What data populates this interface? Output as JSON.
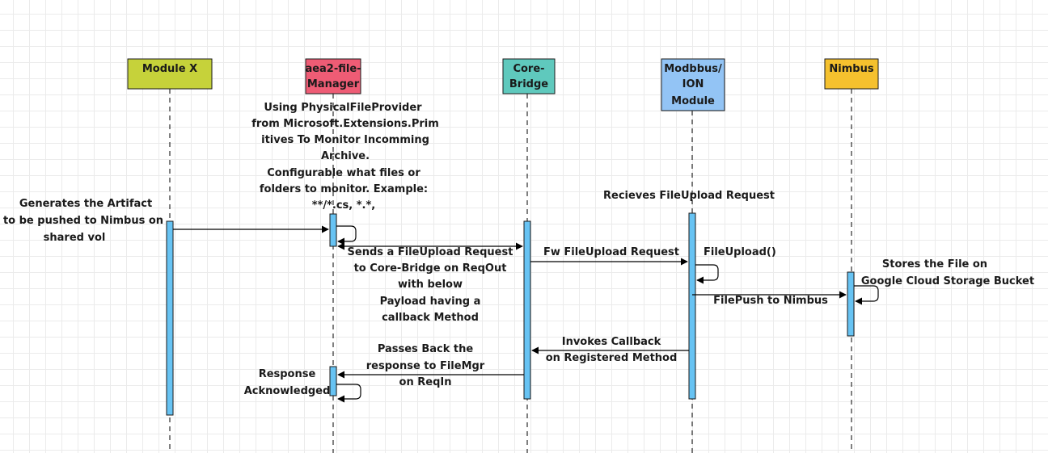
{
  "colors": {
    "module_x": "#c6d23a",
    "file_manager": "#ee5c75",
    "core_bridge": "#5fc9bd",
    "modbus": "#93c4f5",
    "nimbus": "#f5c12e",
    "activation": "#67c3f3"
  },
  "actors": [
    {
      "id": "module-x",
      "lines": [
        "Module X"
      ],
      "color": "#c6d23a"
    },
    {
      "id": "file-manager",
      "lines": [
        "aea2-file-",
        "Manager"
      ],
      "color": "#ee5c75"
    },
    {
      "id": "core-bridge",
      "lines": [
        "Core-",
        "Bridge"
      ],
      "color": "#5fc9bd"
    },
    {
      "id": "modbus",
      "lines": [
        "Modbbus/",
        "ION",
        "Module"
      ],
      "color": "#93c4f5"
    },
    {
      "id": "nimbus",
      "lines": [
        "Nimbus"
      ],
      "color": "#f5c12e"
    }
  ],
  "notes": {
    "file_monitor": [
      "Using PhysicalFileProvider",
      "from Microsoft.Extensions.Prim",
      "itives To Monitor Incomming",
      "Archive.",
      "Configurable what files or",
      "folders to monitor. Example:",
      "**/*.cs, *.*,"
    ],
    "generate": [
      "Generates the Artifact",
      "to be pushed to Nimbus on",
      "shared vol"
    ],
    "recieves": [
      "Recieves FileUpload Request"
    ],
    "stores": [
      "Stores the File on",
      "Google Cloud Storage Bucket"
    ]
  },
  "messages": {
    "sends_upload": [
      "Sends a FileUpload Request",
      "to Core-Bridge on ReqOut",
      "with below",
      "Payload having a",
      "callback Method"
    ],
    "fw_upload": [
      "Fw FileUpload Request"
    ],
    "file_upload_self": [
      "FileUpload()"
    ],
    "file_push": [
      "FilePush to Nimbus"
    ],
    "invokes_callback": [
      "Invokes Callback",
      "on Registered Method"
    ],
    "passes_back": [
      "Passes Back the",
      "response to FileMgr",
      "on ReqIn"
    ],
    "response_ack": [
      "Response",
      "Acknowledged"
    ]
  }
}
